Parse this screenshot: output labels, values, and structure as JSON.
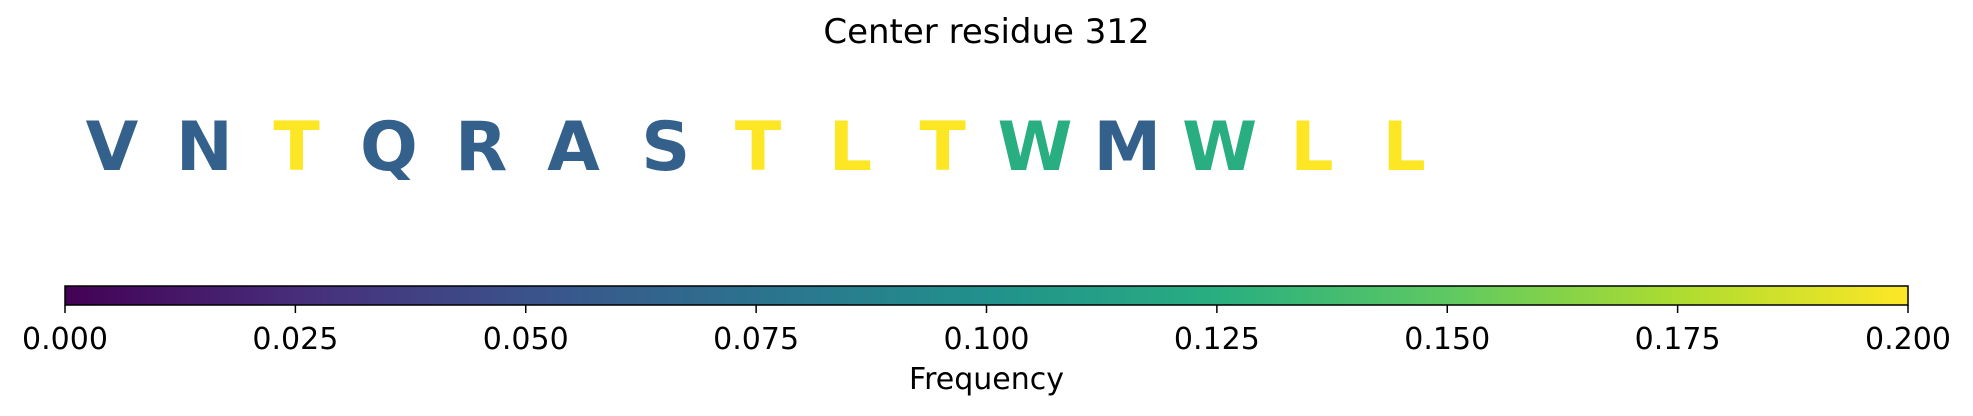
{
  "chart_data": {
    "type": "heatmap",
    "title": "Center residue 312",
    "residues": [
      {
        "letter": "V",
        "value": 0.062
      },
      {
        "letter": "N",
        "value": 0.062
      },
      {
        "letter": "T",
        "value": 0.2
      },
      {
        "letter": "Q",
        "value": 0.062
      },
      {
        "letter": "R",
        "value": 0.062
      },
      {
        "letter": "A",
        "value": 0.062
      },
      {
        "letter": "S",
        "value": 0.062
      },
      {
        "letter": "T",
        "value": 0.2
      },
      {
        "letter": "L",
        "value": 0.2
      },
      {
        "letter": "T",
        "value": 0.2
      },
      {
        "letter": "W",
        "value": 0.125
      },
      {
        "letter": "M",
        "value": 0.062
      },
      {
        "letter": "W",
        "value": 0.125
      },
      {
        "letter": "L",
        "value": 0.2
      },
      {
        "letter": "L",
        "value": 0.2
      }
    ],
    "colorbar": {
      "label": "Frequency",
      "range": [
        0.0,
        0.2
      ],
      "ticks": [
        "0.000",
        "0.025",
        "0.050",
        "0.075",
        "0.100",
        "0.125",
        "0.150",
        "0.175",
        "0.200"
      ],
      "tick_values": [
        0.0,
        0.025,
        0.05,
        0.075,
        0.1,
        0.125,
        0.15,
        0.175,
        0.2
      ],
      "colormap": "viridis"
    }
  }
}
